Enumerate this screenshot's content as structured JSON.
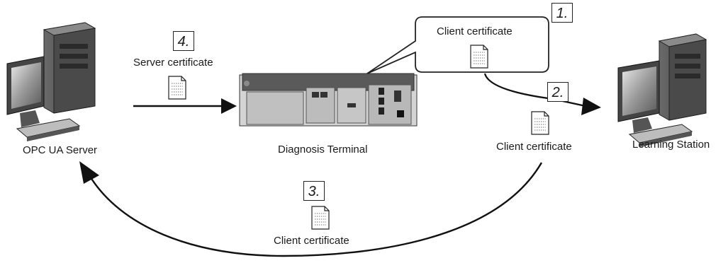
{
  "nodes": {
    "opc_server": {
      "label": "OPC UA Server"
    },
    "diagnosis_terminal": {
      "label": "Diagnosis Terminal"
    },
    "learning_station": {
      "label": "Learning Station"
    }
  },
  "steps": [
    {
      "number": "1.",
      "label": "Client certificate"
    },
    {
      "number": "2.",
      "label": "Client certificate"
    },
    {
      "number": "3.",
      "label": "Client certificate"
    },
    {
      "number": "4.",
      "label": "Server certificate"
    }
  ],
  "icons": [
    "pc-tower-icon",
    "monitor-icon",
    "keyboard-icon",
    "plc-device-icon",
    "document-icon",
    "arrow-icon"
  ]
}
